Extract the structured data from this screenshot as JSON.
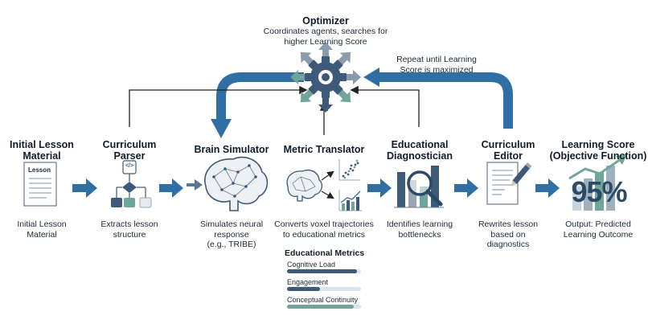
{
  "optimizer": {
    "title": "Optimizer",
    "desc_line1": "Coordinates agents, searches for",
    "desc_line2": "higher Learning Score"
  },
  "repeat_note": {
    "line1": "Repeat until Learning",
    "line2": "Score is maximized"
  },
  "stages": [
    {
      "title_line1": "Initial Lesson",
      "title_line2": "Material",
      "desc_line1": "Initial Lesson",
      "desc_line2": "Material",
      "doc_label": "Lesson"
    },
    {
      "title_line1": "Curriculum",
      "title_line2": "Parser",
      "desc_line1": "Extracts lesson",
      "desc_line2": "structure",
      "code_glyph": "</>"
    },
    {
      "title_line1": "Brain Simulator",
      "desc_line1": "Simulates neural",
      "desc_line2": "response",
      "desc_line3": "(e.g., TRIBE)"
    },
    {
      "title_line1": "Metric Translator",
      "desc_line1": "Converts voxel trajectories",
      "desc_line2": "to educational metrics"
    },
    {
      "title_line1": "Educational",
      "title_line2": "Diagnostician",
      "desc_line1": "Identifies learning",
      "desc_line2": "bottlenecks"
    },
    {
      "title_line1": "Curriculum",
      "title_line2": "Editor",
      "desc_line1": "Rewrites lesson",
      "desc_line2": "based on",
      "desc_line3": "diagnostics"
    },
    {
      "title_line1": "Learning Score",
      "title_line2": "(Objective Function)",
      "desc_line1": "Output: Predicted",
      "desc_line2": "Learning Outcome",
      "score": "95%"
    }
  ],
  "educational_metrics": {
    "title": "Educational Metrics",
    "items": [
      {
        "label": "Cognitive Load",
        "level": 0.95,
        "color": "#3d5a78"
      },
      {
        "label": "Engagement",
        "level": 0.45,
        "color": "#3d5a78"
      },
      {
        "label": "Conceptual Continuity",
        "level": 0.9,
        "color": "#6fa59a"
      }
    ]
  },
  "colors": {
    "flow_arrow": "#2f6fa3",
    "dark": "#3d5a78",
    "teal": "#6fa59a",
    "gray": "#b8c2cc"
  }
}
